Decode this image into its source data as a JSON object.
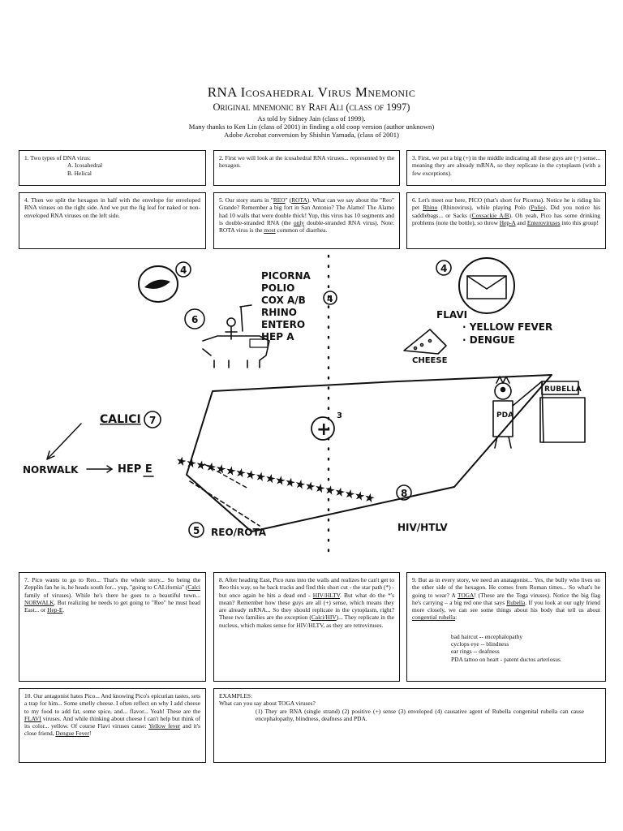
{
  "header": {
    "title": "RNA Icosahedral Virus Mnemonic",
    "subtitle": "Original mnemonic by Rafi Ali (class of 1997)",
    "credits": [
      "As told by Sidney Jain (class of 1999).",
      "Many thanks to Ken Lin (class of 2001) in finding a old coop version (author unknown)",
      "Adobe Acrobat conversion by Shishin Yamada, (class of 2001)"
    ]
  },
  "boxes": {
    "b1": {
      "text": "1. Two types of DNA virus:",
      "items": [
        "A. Icosahedral",
        "B. Helical"
      ]
    },
    "b2": {
      "text": "2. First we will look at the icosahedral RNA viruses... represented by the hexagon."
    },
    "b3": {
      "text": "3. First, we put a big (+) in the middle indicating all these guys are (+) sense... meaning they are already mRNA, so they replicate in the cytoplasm (with a few exceptions)."
    },
    "b4": {
      "text": "4. Then we split the hexagon in half with the envelope for enveloped RNA viruses on the right side. And we put the fig leaf for naked or non-enveloped RNA viruses on the left side."
    },
    "b5": {
      "p1": "5. Our story starts in \"",
      "u1": "REO",
      "p2": "\" (",
      "u2": "ROTA",
      "p3": "). What can we say about the \"Reo\" Grande? Remember a big fort in San Antonio? The Alamo! The Alamo had 10 walls that were double thick! Yup, this virus has 10 segments and is double-stranded RNA (the ",
      "u3": "only",
      "p4": " double-stranded RNA virus). Note: ROTA virus is the ",
      "u4": "most",
      "p5": " common of diarrhea."
    },
    "b6": {
      "p1": "6. Let's meet our here, PICO (that's short for Picorna). Notice he is riding his pet ",
      "u1": "Rhino",
      "p2": " (Rhinovirus), while playing Polo (",
      "u2": "Polio",
      "p3": "). Did you notice his saddlebags... or Sacks (",
      "u3": "Coxsackie A/B",
      "p4": "). Oh yeah, Pico has some drinking problems (note the bottle), so throw ",
      "u4": "Hep-A",
      "p5": " and ",
      "u5": "Enteroviruses",
      "p6": " into this group!"
    },
    "b7": {
      "p1": "7. Pico wants to go to Reo... That's the whole story... So being the Zepplin fan he is, he heads south for... yup, \"going to CALifornia\" (",
      "u1": "Calci",
      "p2": " family of viruses). While he's there he goes to a beautiful town... ",
      "u2": "NORWALK",
      "p3": ". But realizing he needs to get going to \"Reo\" he must head East... or ",
      "u3": "Hep-E",
      "p4": "."
    },
    "b8": {
      "p1": "8. After heading East, Pico runs into the walls and realizes he can't get to Reo this way, so he back tracks and find this short cut - the star path (*) - but once again he hits a dead end - ",
      "u1": "HIV/HLTV",
      "p2": ". But what do the *'s mean? Remember how these guys are all (+) sense, which means they are already mRNA... So they should replicate in the cytoplasm, right? These two families are the exception (",
      "u2": "Calci/HIV",
      "p3": ")... They replicate in the nucleus, which makes sense for HIV/HLTV, as they are retroviruses."
    },
    "b9": {
      "p1": "9. But as in every story, we need an anatagonist... Yes, the bully who lives on the other side of the hexagon. He comes from Roman times... So what's he going to wear? A ",
      "u1": "TOGA",
      "p2": "! (These are the Toga viruses). Notice the big flag he's carrying – a big red one that says ",
      "u2": "Rubella",
      "p3": ". If you look at our ugly friend more closely, we can see some things about his body that tell us about ",
      "u3": "congential rubella",
      "p4": ":",
      "list": [
        "bad haircut -- encephalopathy",
        "cyclops eye -- blindness",
        "ear rings -- deafness",
        "PDA tattoo on heart - patent ductos arteriosus"
      ]
    },
    "b10": {
      "p1": "10. Our antagonist hates Pico... And knowing Pico's epicurian tastes, sets a trap for him... Some smelly cheese. I often reflect on why I add cheese to my food to add fat, some spice, and... flavor... Yeah! These are the ",
      "u1": "FLAVI",
      "p2": " viruses. And while thinking about cheese I can't help but think of its color... yellow. Of course Flavi viruses cause: ",
      "u2": "Yellow fever",
      "p3": " and it's close friend, ",
      "u3": "Dengue Fever",
      "p4": "!"
    },
    "b11": {
      "heading": "EXAMPLES:",
      "question": "What can you say about TOGA viruses?",
      "answer": "(1) They are RNA (single strand) (2) positive (+) sense (3) enveloped (4) causative agent of Rubella congenital rubella can cause encephalopathy, blindness, deafness and PDA."
    }
  },
  "diagram": {
    "picorna_list": [
      "PICORNA",
      "POLIO",
      "COX A/B",
      "RHINO",
      "ENTERO",
      "HEP A"
    ],
    "flavi_list": [
      "FLAVI",
      "· YELLOW FEVER",
      "· DENGUE"
    ],
    "cheese": "CHEESE",
    "calici": "CALICI",
    "norwalk": "NORWALK",
    "hep_e": "HEP E",
    "reo_rota": "REO/ROTA",
    "hiv_htlv": "HIV/HTLV",
    "rubella_flag": "RUBELLA",
    "pda": "PDA",
    "num_4a": "4",
    "num_4b": "4",
    "num_4c": "4",
    "num_6": "6",
    "num_7": "7",
    "num_5": "5",
    "num_8": "8",
    "sup_3": "3",
    "plus": "+"
  }
}
